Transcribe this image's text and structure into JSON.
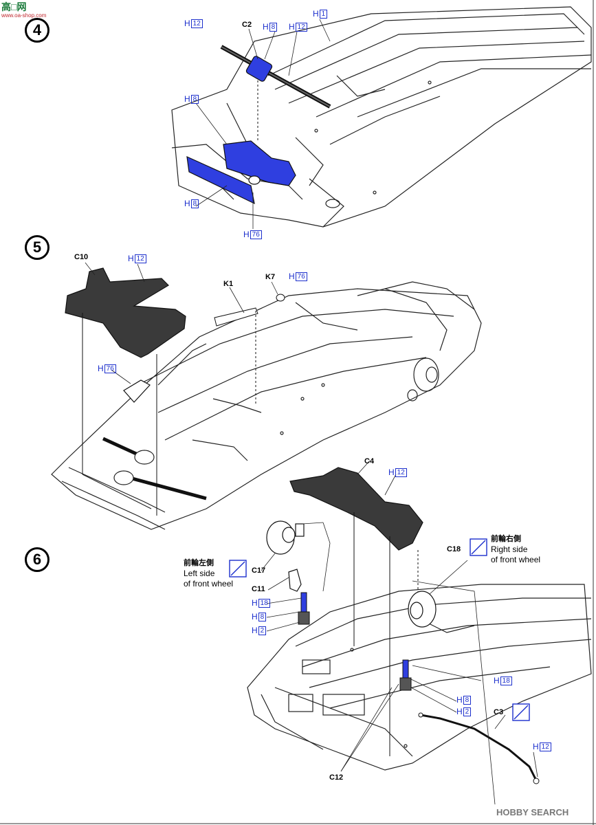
{
  "corner_logo": {
    "text": "高□网",
    "url": "www.oa-shop.com"
  },
  "steps": {
    "four": {
      "number": "4"
    },
    "five": {
      "number": "5"
    },
    "six": {
      "number": "6"
    }
  },
  "labels": {
    "c2": "C2",
    "c10": "C10",
    "k1": "K1",
    "k7": "K7",
    "c4": "C4",
    "c17": "C17",
    "c11": "C11",
    "c18": "C18",
    "c12": "C12",
    "c3": "C3"
  },
  "h_parts": {
    "h_prefix": "H",
    "h1": "1",
    "h8": "8",
    "h12": "12",
    "h76": "76",
    "h18": "18",
    "h2": "2"
  },
  "notes": {
    "left_jp": "前輪左側",
    "left_en_1": "Left side",
    "left_en_2": "of front wheel",
    "right_jp": "前輪右側",
    "right_en_1": "Right side",
    "right_en_2": "of front wheel"
  },
  "watermark": "HOBBY SEARCH",
  "colors": {
    "accent_blue": "#1b2ecc",
    "part_fill_blue": "#2f3fe0",
    "dark_part": "#3a3a3a"
  }
}
